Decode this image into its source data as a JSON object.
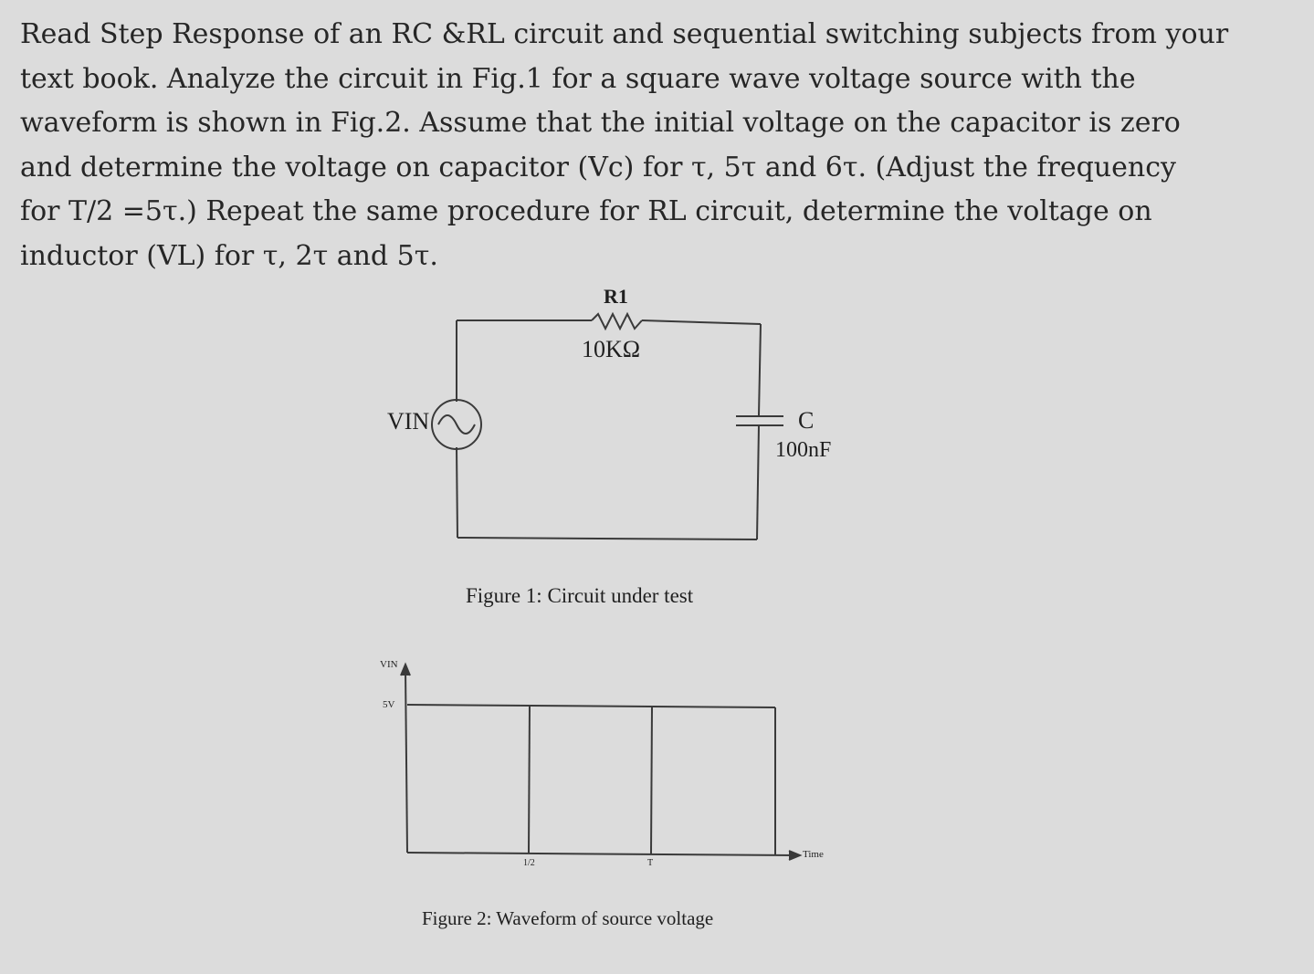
{
  "problem": {
    "lines": [
      "Read Step Response of an RC &RL circuit and sequential switching subjects from your",
      "text book. Analyze the circuit in Fig.1 for a square wave voltage source with the",
      "waveform is shown in Fig.2. Assume that the initial voltage on the capacitor is zero",
      "and determine the voltage on capacitor (Vc) for τ, 5τ and 6τ.  (Adjust the frequency",
      "for T/2 =5τ.) Repeat the same procedure for RL circuit, determine the voltage on",
      "inductor (VL) for τ, 2τ and 5τ."
    ]
  },
  "figure1": {
    "resistor_label": "R1",
    "resistor_value": "10KΩ",
    "source_label": "VIN",
    "capacitor_label": "C",
    "capacitor_value": "100nF",
    "caption": "Figure 1: Circuit under test"
  },
  "figure2": {
    "y_axis_label": "VIN",
    "level_label": "5V",
    "tick_half": "1/2",
    "tick_full": "T",
    "x_axis_label": "Time",
    "caption": "Figure 2: Waveform of source voltage"
  }
}
